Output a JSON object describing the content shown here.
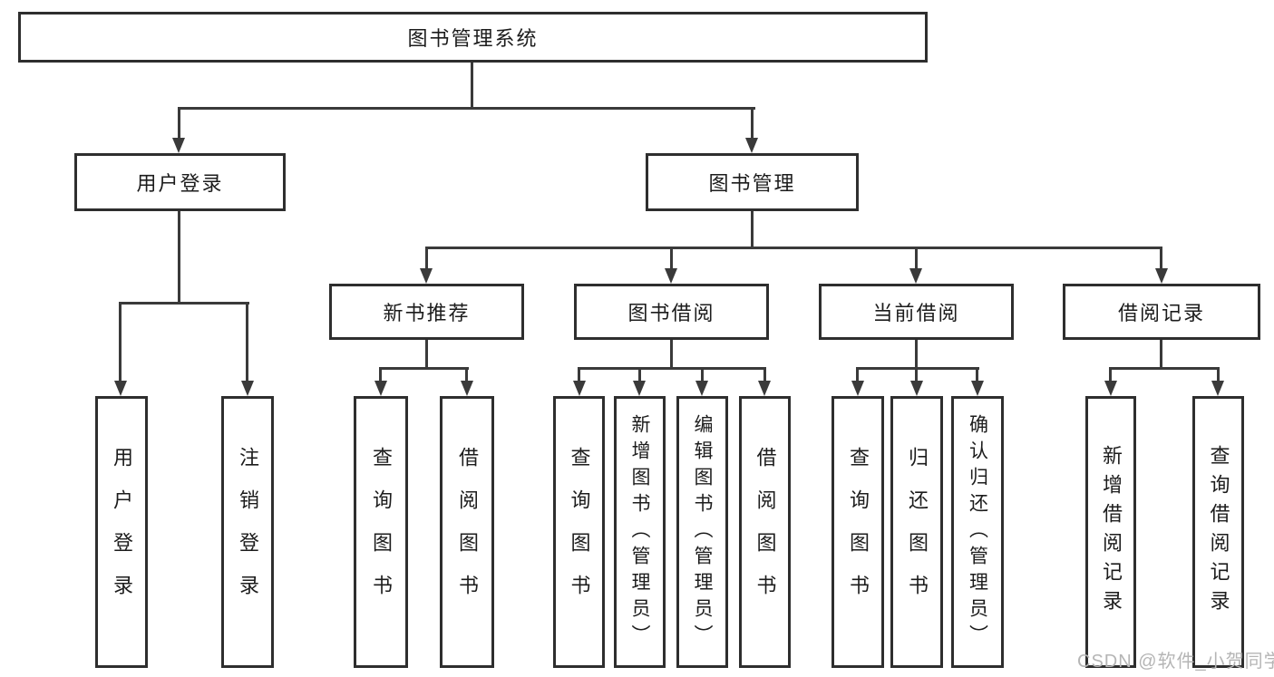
{
  "diagram": {
    "root": {
      "label": "图书管理系统",
      "children": [
        {
          "label": "用户登录",
          "children": [
            {
              "label": "用户登录"
            },
            {
              "label": "注销登录"
            }
          ]
        },
        {
          "label": "图书管理",
          "children": [
            {
              "label": "新书推荐",
              "children": [
                {
                  "label": "查询图书"
                },
                {
                  "label": "借阅图书"
                }
              ]
            },
            {
              "label": "图书借阅",
              "children": [
                {
                  "label": "查询图书"
                },
                {
                  "label": "新增图书（管理员）"
                },
                {
                  "label": "编辑图书（管理员）"
                },
                {
                  "label": "借阅图书"
                }
              ]
            },
            {
              "label": "当前借阅",
              "children": [
                {
                  "label": "查询图书"
                },
                {
                  "label": "归还图书"
                },
                {
                  "label": "确认归还（管理员）"
                }
              ]
            },
            {
              "label": "借阅记录",
              "children": [
                {
                  "label": "新增借阅记录"
                },
                {
                  "label": "查询借阅记录"
                }
              ]
            }
          ]
        }
      ]
    }
  },
  "watermark": {
    "text": "CSDN @软件_小贺同学"
  },
  "colors": {
    "line": "#3a3a3a",
    "border": "#2e2e2e",
    "text": "#1c1c1c",
    "watermark": "#b5b5b5",
    "background": "#ffffff"
  }
}
